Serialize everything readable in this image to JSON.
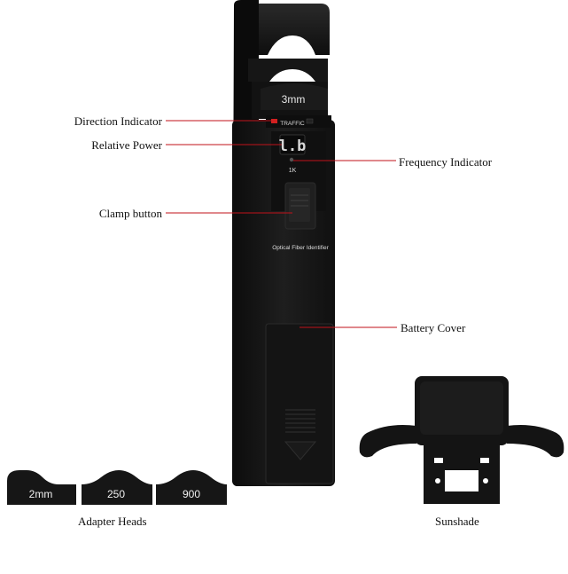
{
  "device": {
    "head_size": "3mm",
    "traffic_label": "TRAFFIC",
    "display_reading": "l.b",
    "freq_label": "1K",
    "product_name": "Optical Fiber Identifier"
  },
  "callouts": {
    "direction_indicator": "Direction Indicator",
    "relative_power": "Relative Power",
    "clamp_button": "Clamp button",
    "frequency_indicator": "Frequency Indicator",
    "battery_cover": "Battery Cover"
  },
  "accessories": {
    "adapter_heads_caption": "Adapter Heads",
    "adapter_heads": [
      "2mm",
      "250",
      "900"
    ],
    "sunshade_caption": "Sunshade"
  },
  "colors": {
    "leader_line": "#c0121a",
    "device_body": "#161616",
    "led_red": "#d22020"
  }
}
